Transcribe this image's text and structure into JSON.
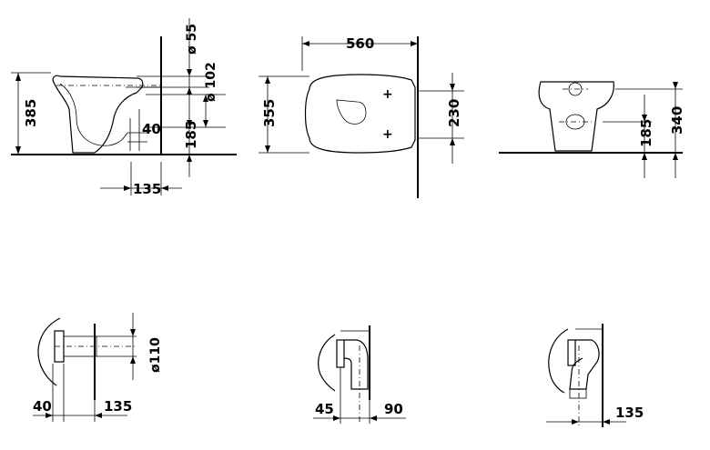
{
  "side_view": {
    "height_total": "385",
    "supply_diameter": "ø 55",
    "outlet_diameter": "ø 102",
    "outlet_offset": "40",
    "outlet_height": "185",
    "wall_distance": "135"
  },
  "top_view": {
    "length": "560",
    "width": "355",
    "fixing_spacing": "230"
  },
  "front_view": {
    "outlet_height": "185",
    "fixing_height": "340"
  },
  "connector_horizontal": {
    "pipe_diameter": "ø110",
    "offset_left": "40",
    "offset_right": "135"
  },
  "connector_elbow": {
    "offset_left": "45",
    "offset_right": "90"
  },
  "connector_vertical": {
    "offset": "135"
  }
}
